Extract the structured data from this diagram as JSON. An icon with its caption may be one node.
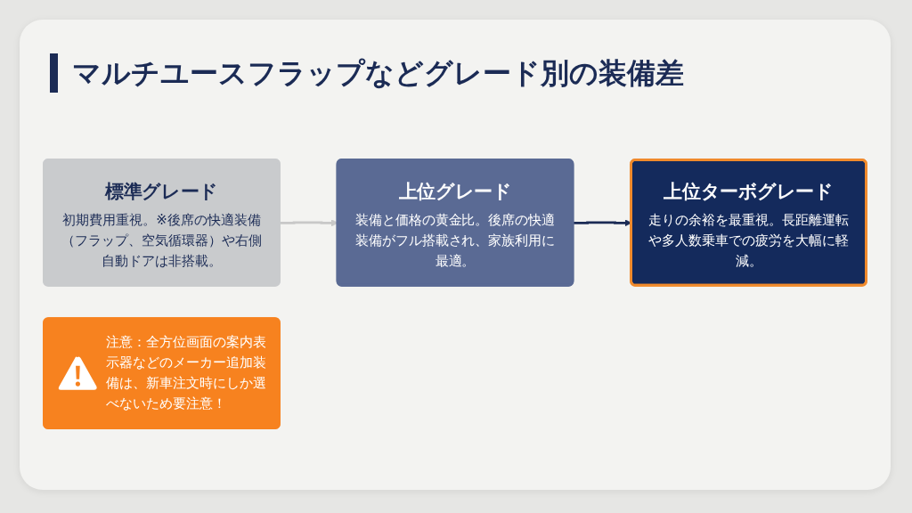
{
  "diagram": {
    "title": "マルチユースフラップなどグレード別の装備差",
    "nodes": [
      {
        "text": [
          "標準グレード",
          "初期費用重視。※後席の快適装備（フラップ、空気循環器）や右側自動ドアは非搭載。"
        ]
      },
      {
        "text": [
          "上位グレード",
          "装備と価格の黄金比。後席の快適装備がフル搭載され、家族利用に最適。"
        ]
      },
      {
        "text": [
          "上位ターボグレード",
          "走りの余裕を最重視。長距離運転や多人数乗車での疲労を大幅に軽減。"
        ]
      },
      {
        "text": [
          "注意：全方位画面の案内表示器などのメーカー追加装備は、新車注文時にしか選べないため要注意！"
        ]
      }
    ],
    "edges": [
      {
        "from": 0,
        "to": 1,
        "arrow": "to",
        "color": "#c8c8c8"
      },
      {
        "from": 1,
        "to": 2,
        "arrow": "to",
        "color": "#1b2b55"
      }
    ]
  }
}
